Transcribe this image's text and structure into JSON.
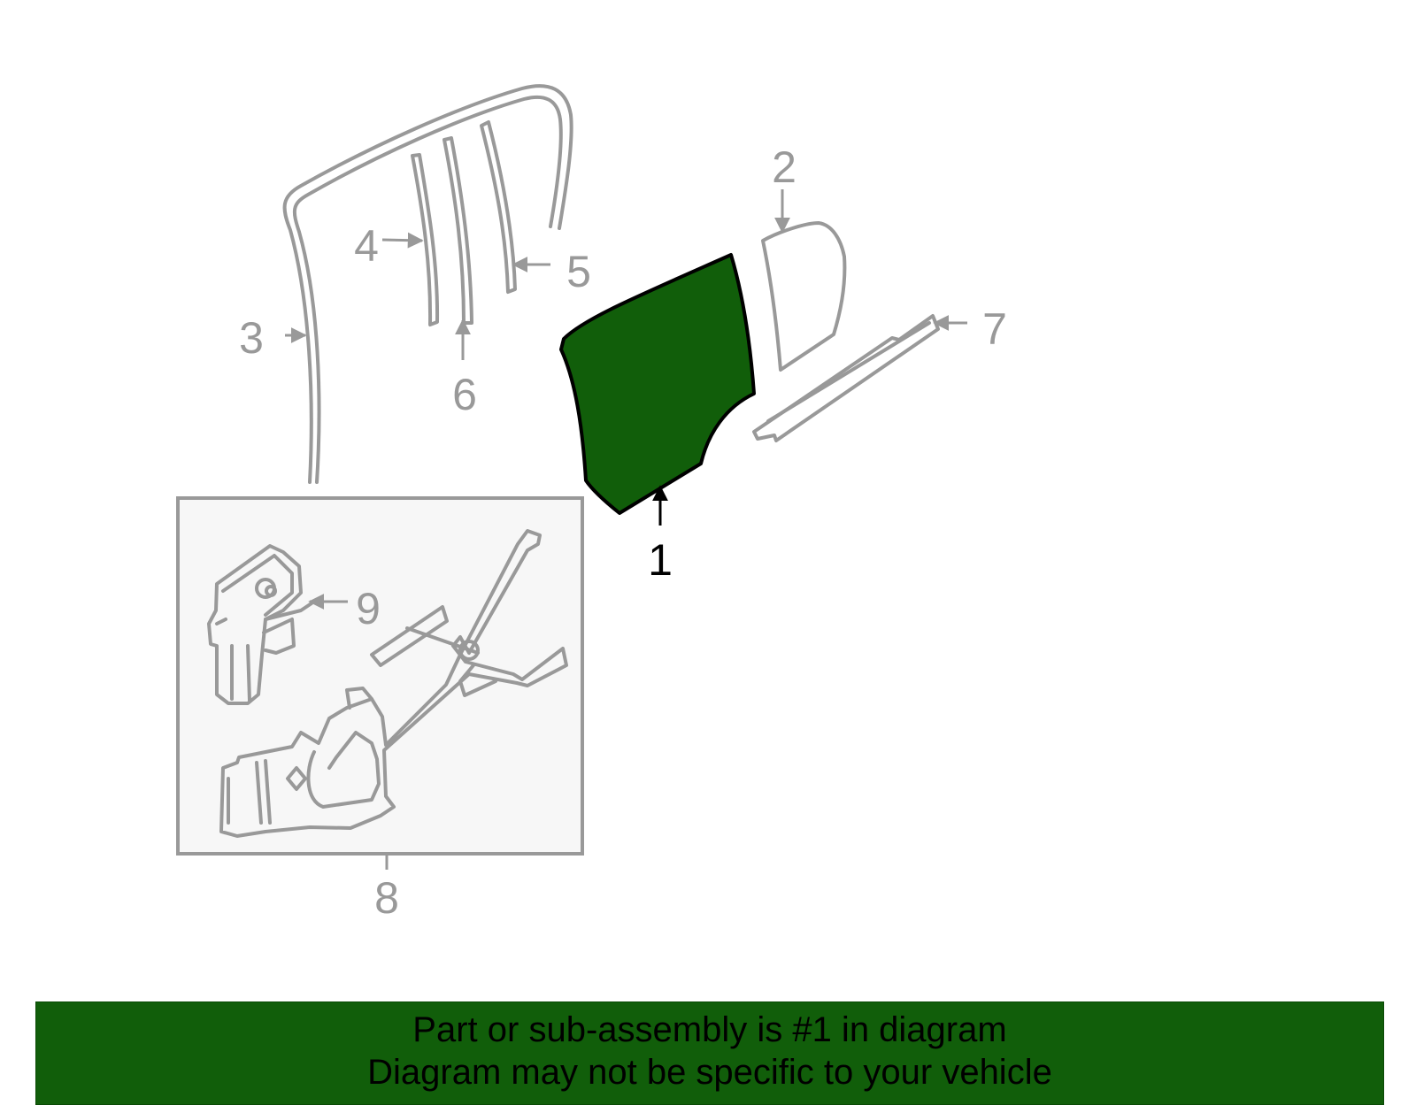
{
  "colors": {
    "highlight_fill": "#115e0a",
    "part_stroke": "#999999",
    "highlight_stroke": "#000000",
    "box_fill": "#f7f7f7",
    "banner_bg": "#115e0a",
    "banner_text": "#000000"
  },
  "callouts": [
    {
      "id": "1",
      "label": "1",
      "highlighted": true
    },
    {
      "id": "2",
      "label": "2",
      "highlighted": false
    },
    {
      "id": "3",
      "label": "3",
      "highlighted": false
    },
    {
      "id": "4",
      "label": "4",
      "highlighted": false
    },
    {
      "id": "5",
      "label": "5",
      "highlighted": false
    },
    {
      "id": "6",
      "label": "6",
      "highlighted": false
    },
    {
      "id": "7",
      "label": "7",
      "highlighted": false
    },
    {
      "id": "8",
      "label": "8",
      "highlighted": false
    },
    {
      "id": "9",
      "label": "9",
      "highlighted": false
    }
  ],
  "banner": {
    "line1": "Part or sub-assembly is #1 in diagram",
    "line2": "Diagram may not be specific to your vehicle"
  }
}
